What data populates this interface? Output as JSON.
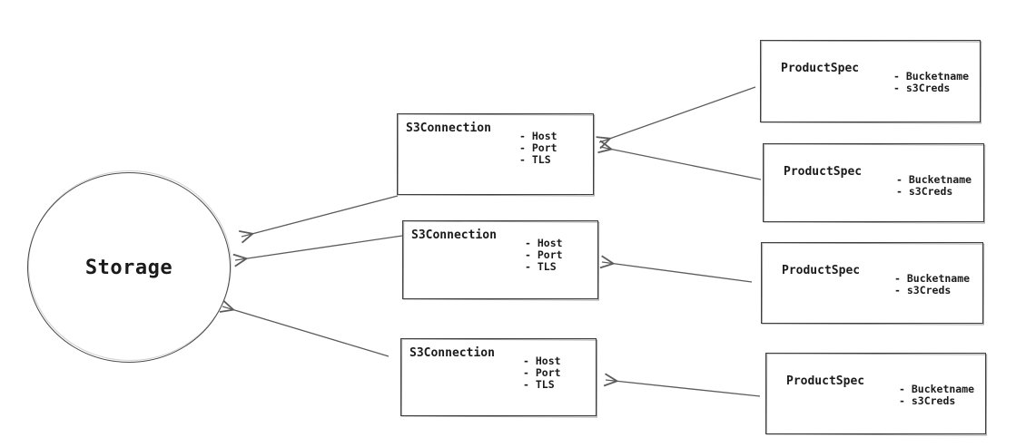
{
  "diagram": {
    "background_color": "#ffffff",
    "box_stroke_color": "#3f3f3f",
    "arrow_color": "#5c5c5c",
    "text_color": "#1b1b1b",
    "storage": {
      "label": "Storage"
    },
    "s3_connections": [
      {
        "title": "S3Connection",
        "attributes": [
          "- Host",
          "- Port",
          "- TLS"
        ]
      },
      {
        "title": "S3Connection",
        "attributes": [
          "- Host",
          "- Port",
          "- TLS"
        ]
      },
      {
        "title": "S3Connection",
        "attributes": [
          "- Host",
          "- Port",
          "- TLS"
        ]
      }
    ],
    "product_specs": [
      {
        "title": "ProductSpec",
        "attributes": [
          "- Bucketname",
          "- s3Creds"
        ]
      },
      {
        "title": "ProductSpec",
        "attributes": [
          "- Bucketname",
          "- s3Creds"
        ]
      },
      {
        "title": "ProductSpec",
        "attributes": [
          "- Bucketname",
          "- s3Creds"
        ]
      },
      {
        "title": "ProductSpec",
        "attributes": [
          "- Bucketname",
          "- s3Creds"
        ]
      }
    ]
  }
}
